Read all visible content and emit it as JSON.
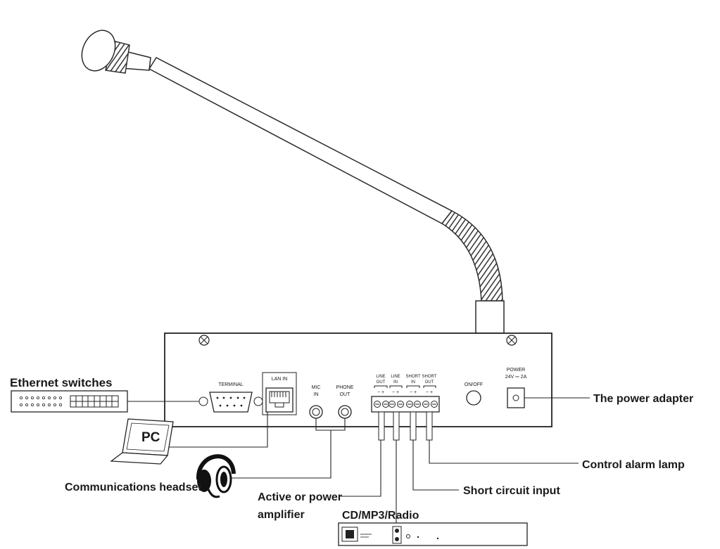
{
  "callouts": {
    "ethernet": "Ethernet switches",
    "pc": "PC",
    "headset": "Communications headset",
    "amplifier_line1": "Active or power",
    "amplifier_line2": "amplifier",
    "cd": "CD/MP3/Radio",
    "short_circuit": "Short circuit input",
    "alarm": "Control alarm lamp",
    "power_adapter": "The power adapter"
  },
  "panel": {
    "terminal": "TERMINAL",
    "lan_in": "LAN IN",
    "mic_in_1": "MIC",
    "mic_in_2": "IN",
    "phone_out_1": "PHONE",
    "phone_out_2": "OUT",
    "line_out_1": "LINE",
    "line_out_2": "OUT",
    "line_in_1": "LINE",
    "line_in_2": "IN",
    "short_in_1": "SHORT",
    "short_in_2": "IN",
    "short_out_1": "SHORT",
    "short_out_2": "OUT",
    "on_off": "ON/OFF",
    "power_1": "POWER",
    "power_2": "24V ⎓ 2A",
    "polarity": "− +"
  }
}
